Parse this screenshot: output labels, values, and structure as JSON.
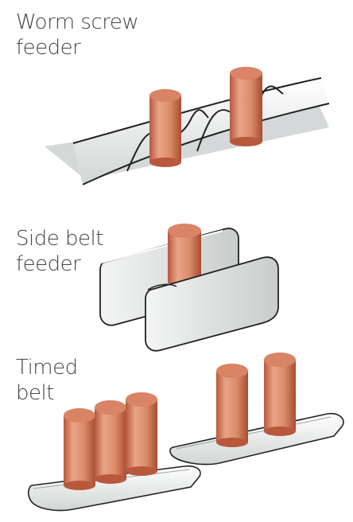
{
  "sections": [
    {
      "lines": [
        "Worm screw",
        "feeder"
      ]
    },
    {
      "lines": [
        "Side belt",
        "feeder"
      ]
    },
    {
      "lines": [
        "Timed",
        "belt"
      ]
    }
  ],
  "colors": {
    "container_light": "#e9a588",
    "container_mid": "#d97d5c",
    "container_dark": "#b8583c",
    "surface": "#d7d9d9",
    "outline": "#222222",
    "label": "#444444"
  }
}
